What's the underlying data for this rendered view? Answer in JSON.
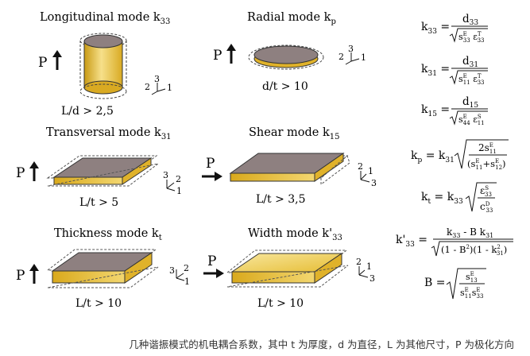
{
  "modes": {
    "longitudinal": {
      "label": "Longitudinal mode k",
      "sub": "33",
      "cond": "L/d > 2,5",
      "axes": [
        "3",
        "2",
        "1"
      ]
    },
    "radial": {
      "label": "Radial mode k",
      "sub": "p",
      "cond": "d/t > 10",
      "axes": [
        "3",
        "2",
        "1"
      ]
    },
    "transversal": {
      "label": "Transversal mode k",
      "sub": "31",
      "cond": "L/t > 5",
      "axes": [
        "3",
        "2",
        "1"
      ]
    },
    "shear": {
      "label": "Shear mode k",
      "sub": "15",
      "cond": "L/t > 3,5",
      "axes": [
        "2",
        "1",
        "3"
      ]
    },
    "thickness": {
      "label": "Thickness mode k",
      "sub": "t",
      "cond": "L/t > 10",
      "axes": [
        "3",
        "2",
        "1"
      ]
    },
    "width": {
      "label": "Width mode k'",
      "sub": "33",
      "cond": "L/t > 10",
      "axes": [
        "2",
        "1",
        "3"
      ]
    }
  },
  "polarization_label": "P",
  "formulas": {
    "k33": {
      "lhs": "k",
      "lhs_sub": "33",
      "num": "d",
      "num_sub": "33",
      "den": "√(s^E_33 ε^T_33)"
    },
    "k31": {
      "lhs": "k",
      "lhs_sub": "31",
      "num": "d",
      "num_sub": "31",
      "den": "√(s^E_11 ε^T_33)"
    },
    "k15": {
      "lhs": "k",
      "lhs_sub": "15",
      "num": "d",
      "num_sub": "15",
      "den": "√(s^E_44 ε^S_11)"
    },
    "kp": {
      "lhs": "k",
      "lhs_sub": "p",
      "text": "= k31 √( 2s^E_11 / (s^E_11 + s^E_12) )"
    },
    "kt": {
      "lhs": "k",
      "lhs_sub": "t",
      "text": "= k33 √( ε^S_33 / c^D_33 )"
    },
    "k33p": {
      "lhs": "k'",
      "lhs_sub": "33",
      "num": "k33 - B k31",
      "den": "√((1 - B²)(1 - k²31))"
    },
    "B": {
      "lhs": "B",
      "text": "= √( s^E_13 / (s^E_11 s^E_33) )"
    }
  },
  "caption": "几种谐振模式的机电耦合系数，其中 t 为厚度，d 为直径，L 为其他尺寸，P 为极化方向",
  "colors": {
    "gold": "#e8c23a",
    "gold_light": "#f6e08a",
    "gray_top": "#8e8080",
    "ink": "#111111"
  }
}
